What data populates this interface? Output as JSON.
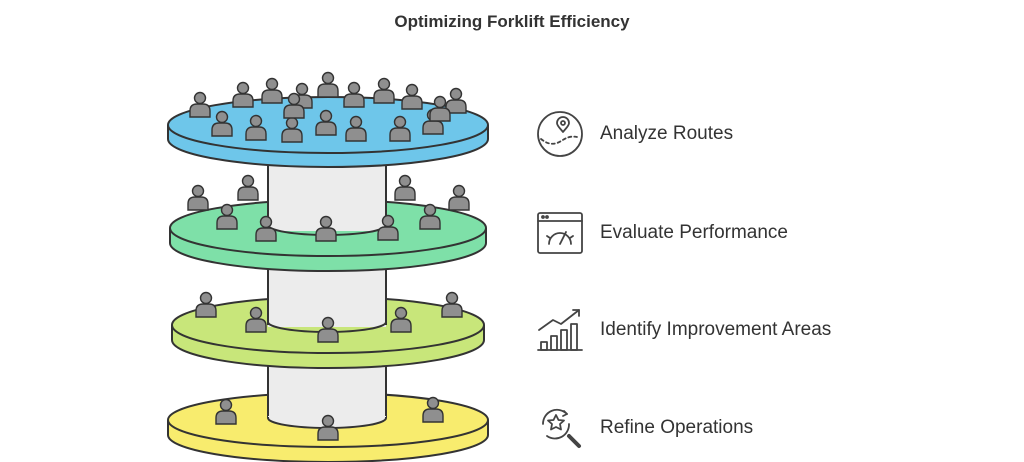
{
  "title": "Optimizing Forklift Efficiency",
  "colors": {
    "tier1": "#6ec6ea",
    "tier2": "#7ee0a8",
    "tier3": "#c8e67a",
    "tier4": "#f8ec6e",
    "column": "#ececec",
    "outline": "#333333",
    "person": "#8f8f8f",
    "text": "#333333"
  },
  "steps": [
    {
      "label": "Analyze Routes",
      "icon": "map-pin-route-icon"
    },
    {
      "label": "Evaluate Performance",
      "icon": "gauge-dashboard-icon"
    },
    {
      "label": "Identify Improvement Areas",
      "icon": "rising-bar-chart-icon"
    },
    {
      "label": "Refine Operations",
      "icon": "star-magnifier-icon"
    }
  ]
}
